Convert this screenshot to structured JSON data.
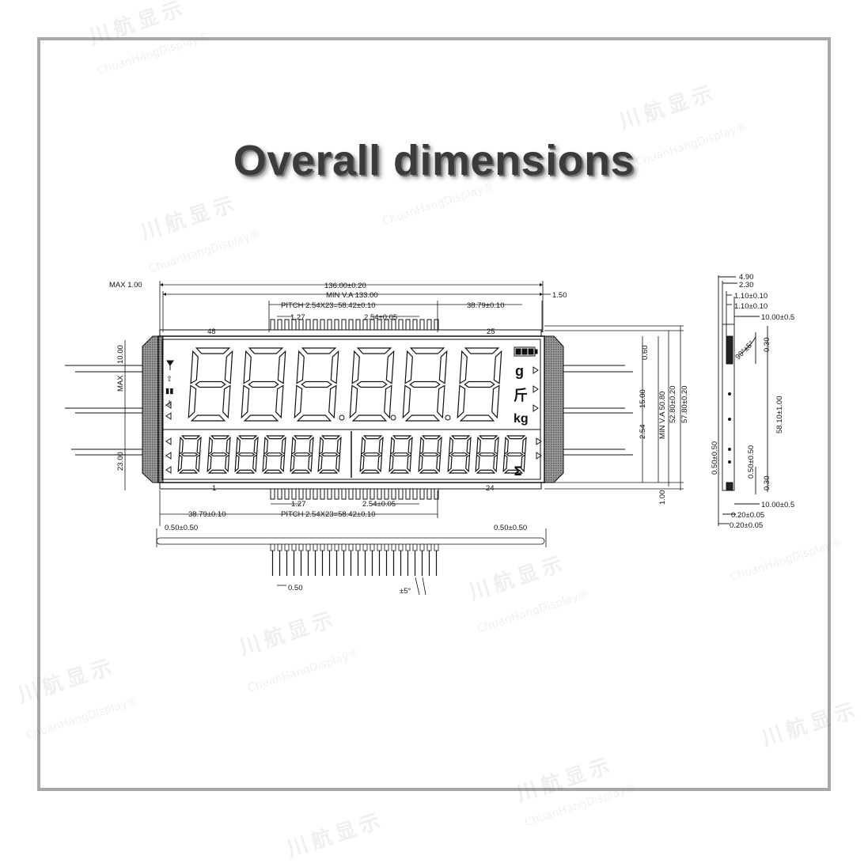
{
  "title": "Overall dimensions",
  "watermark": {
    "cn": "川航显示",
    "en": "ChuanHangDisplay®"
  },
  "front": {
    "max_top": "MAX  1.00",
    "overall_width": "136.00±0.20",
    "view_area": "MIN  V.A  133.00",
    "right_gap": "1.50",
    "pitch_top": "PITCH  2.54X23=58.42±0.10",
    "side_top": "38.79±0.10",
    "pin_width_top": "1.27",
    "pin_pitch_top": "2.54±0.05",
    "pin_48": "48",
    "pin_25": "25",
    "pin_1": "1",
    "pin_24": "24",
    "left_10": "10.00",
    "left_max": "MAX",
    "left_23": "23.00",
    "right_060": "0.60",
    "right_254": "2.54",
    "right_1500": "15.00",
    "right_va": "MIN  V.A  50.80",
    "right_5280": "52.80±0.20",
    "right_5780": "57.80±0.20",
    "right_100": "1.00",
    "pin_width_bottom": "1.27",
    "pin_pitch_bottom": "2.54±0.05",
    "side_bottom": "38.79±0.10",
    "pitch_bottom": "PITCH  2.54X23=58.42±0.10",
    "lead_left": "0.50±0.50",
    "lead_right": "0.50±0.50",
    "pin_thick": "0.50",
    "pin_angle": "±5°",
    "unit_g": "g",
    "unit_jin": "斤",
    "unit_kg": "kg",
    "sigma": "Σ"
  },
  "side": {
    "d490": "4.90",
    "d230": "2.30",
    "d110a": "1.10±0.10",
    "d110b": "1.10±0.10",
    "d1000a": "10.00±0.5",
    "d030a": "0.30",
    "angle": "90°±5°",
    "d5810": "58.10±1.00",
    "d050a": "0.50±0.50",
    "d050b": "0.50±0.50",
    "d030b": "0.30",
    "d1000b": "10.00±0.5",
    "d020a": "0.20±0.05",
    "d020b": "0.20±0.05"
  }
}
